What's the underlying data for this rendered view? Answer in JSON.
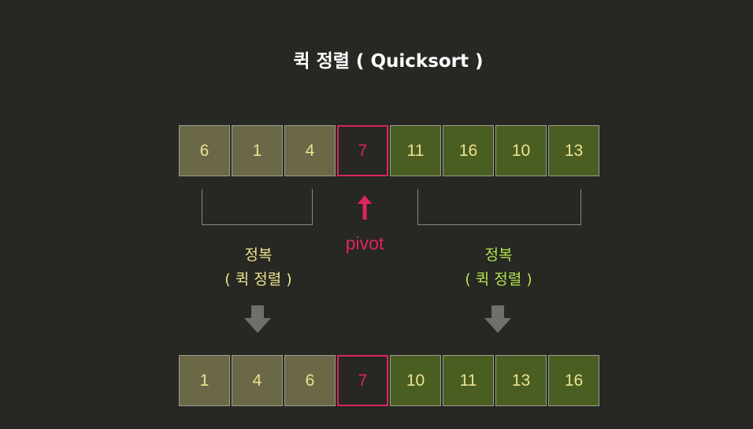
{
  "title": "퀵 정렬  ( Quicksort )",
  "top_row": [
    "6",
    "1",
    "4",
    "7",
    "11",
    "16",
    "10",
    "13"
  ],
  "bottom_row": [
    "1",
    "4",
    "6",
    "7",
    "10",
    "11",
    "13",
    "16"
  ],
  "pivot_index": 3,
  "pivot_label": "pivot",
  "left_group": {
    "line1": "정복",
    "line2": "( 퀵 정렬 )"
  },
  "right_group": {
    "line1": "정복",
    "line2": "( 퀵 정렬 )"
  },
  "colors": {
    "background": "#272723",
    "left_cell": "#6b6848",
    "right_cell": "#4b5e22",
    "pivot": "#e0245c",
    "cell_text": "#ece38c",
    "right_text": "#b4e44e",
    "arrow": "#6f6f6c"
  }
}
